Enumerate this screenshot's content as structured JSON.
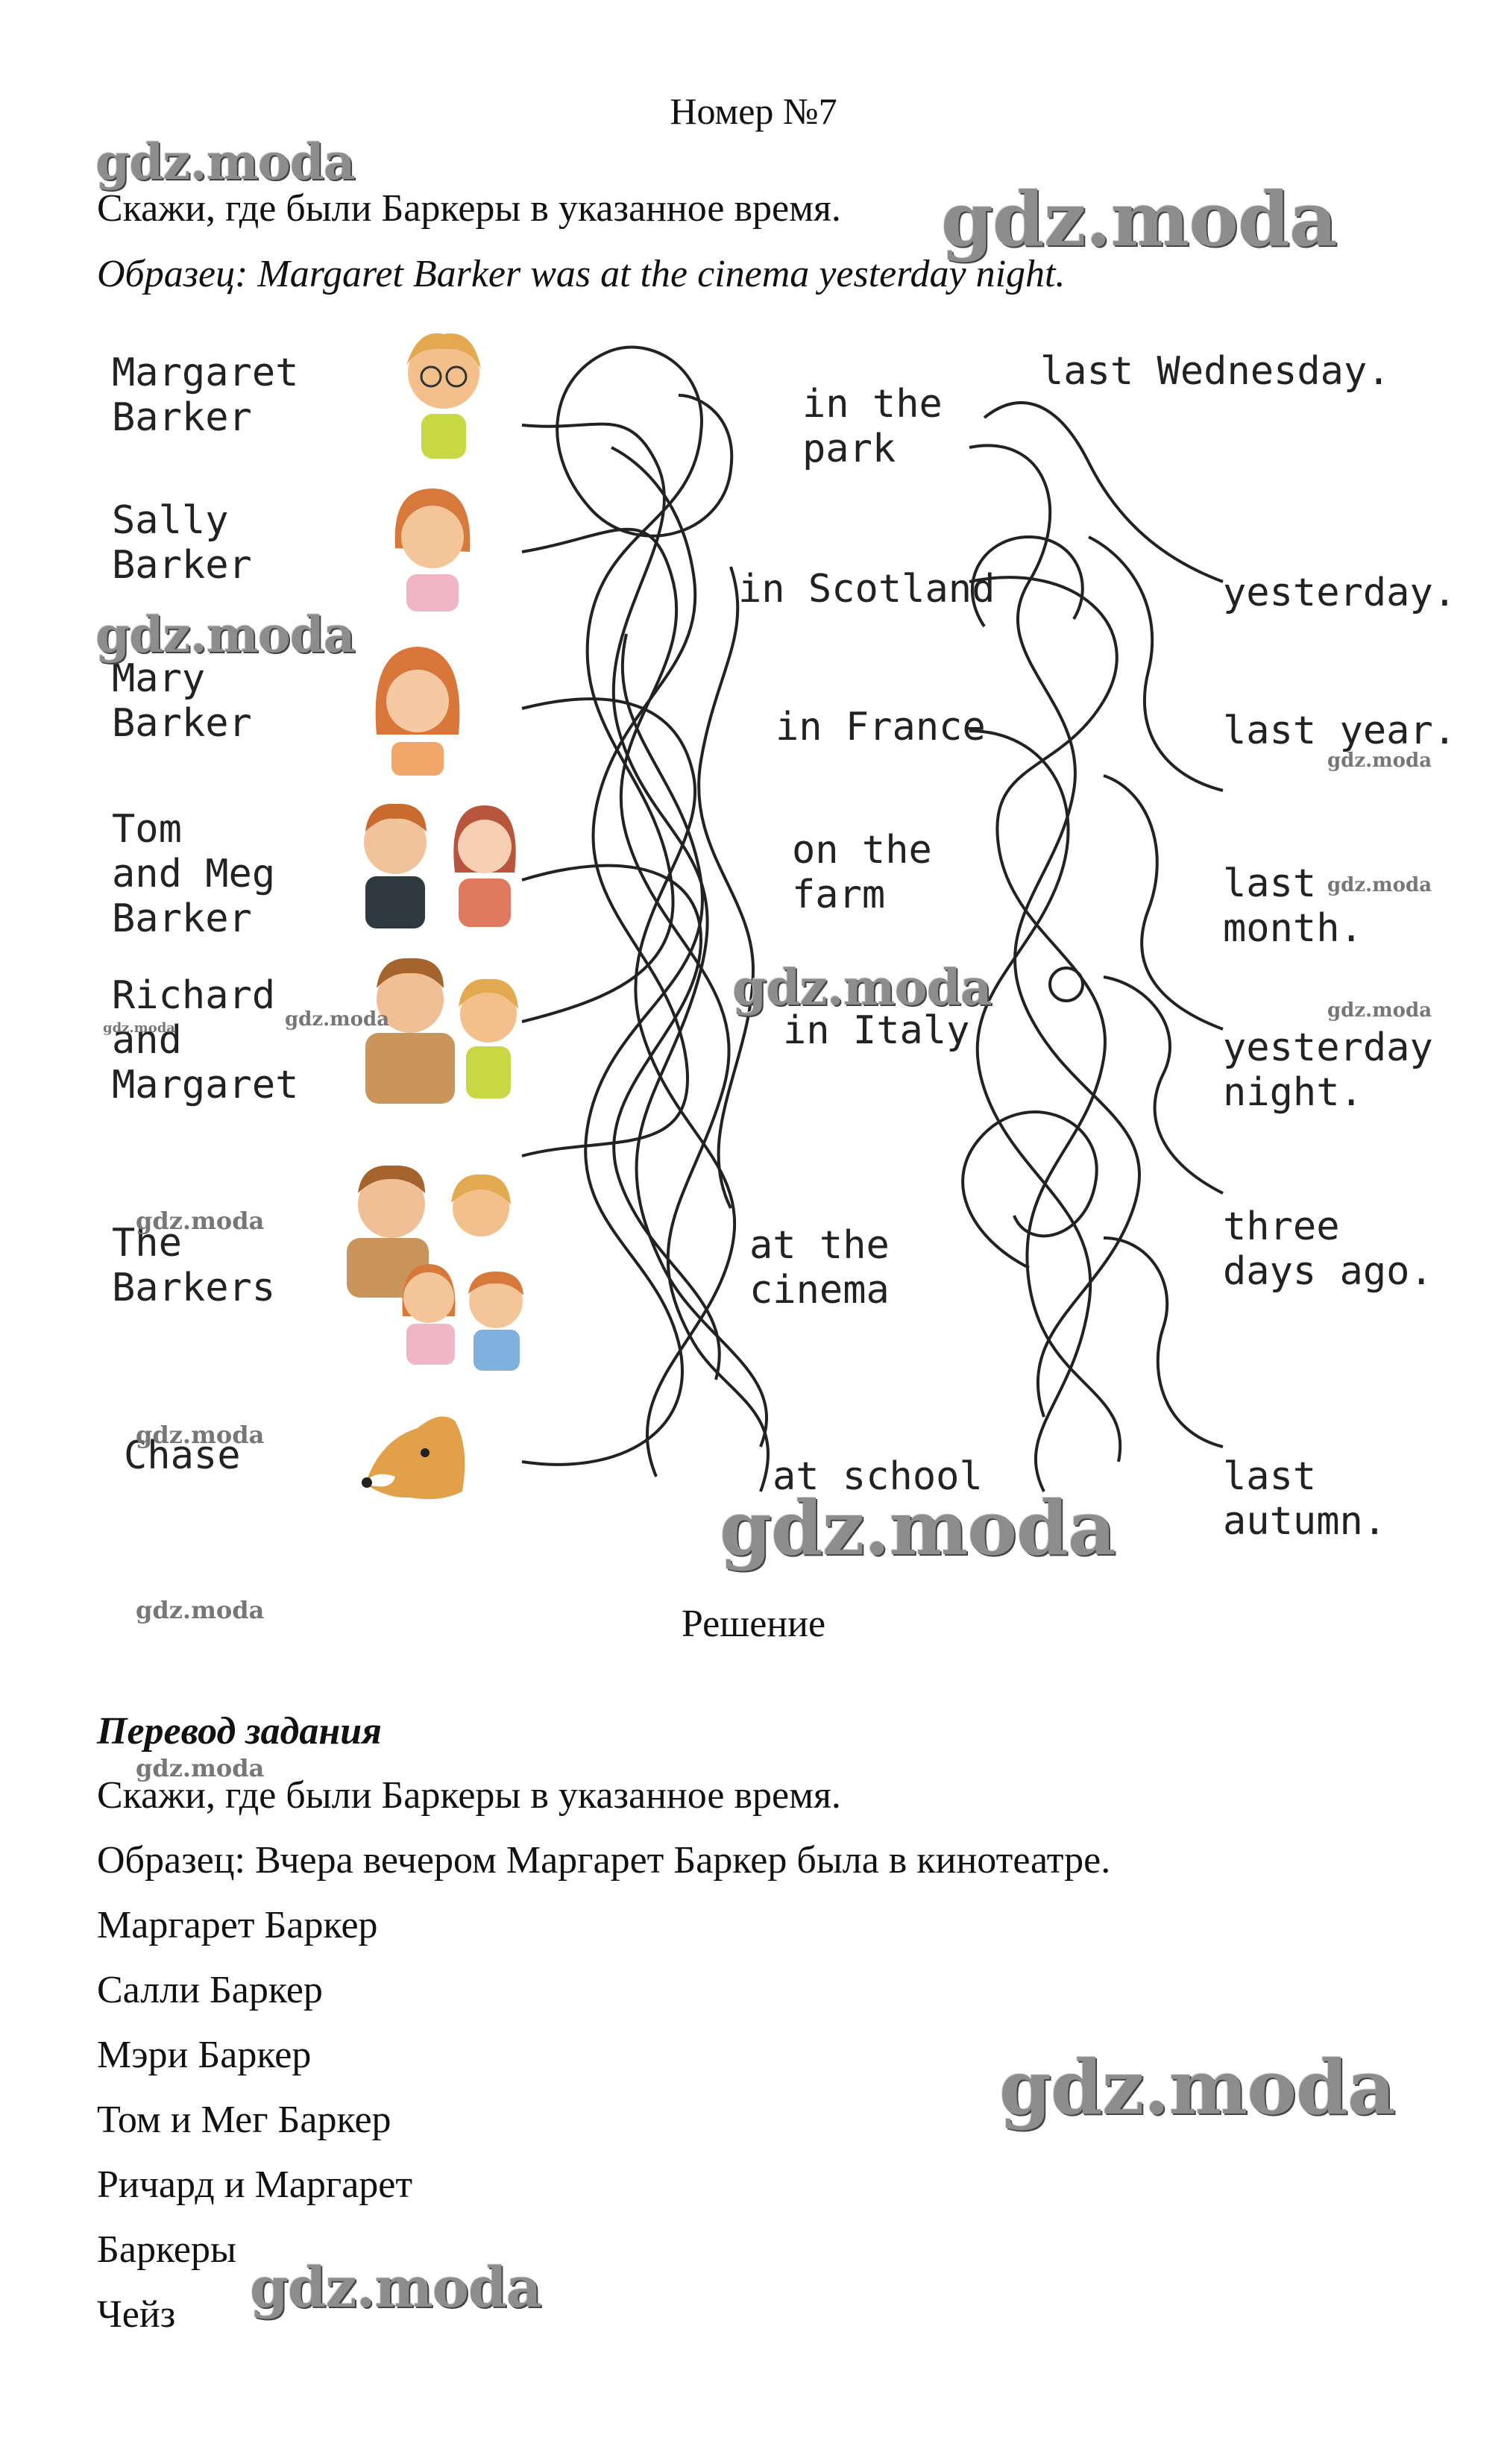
{
  "header": {
    "title": "Номер №7"
  },
  "task": {
    "instruction": "Скажи, где были Баркеры в указанное время.",
    "sample": "Образец: Margaret Barker was at the cinema yesterday night."
  },
  "exercise": {
    "people": [
      "Margaret\nBarker",
      "Sally\nBarker",
      "Mary\nBarker",
      "Tom\nand Meg\nBarker",
      "Richard\nand\nMargaret",
      "The\nBarkers",
      "Chase"
    ],
    "places": [
      "in the\npark",
      "in Scotland",
      "in France",
      "on the\nfarm",
      "in Italy",
      "at the\ncinema",
      "at school"
    ],
    "times": [
      "last Wednesday.",
      "yesterday.",
      "last year.",
      "last\nmonth.",
      "yesterday\nnight.",
      "three\ndays ago.",
      "last\nautumn."
    ]
  },
  "solution": {
    "title": "Решение"
  },
  "translation": {
    "title": "Перевод задания",
    "lines": [
      "Скажи, где были Баркеры в указанное время.",
      "Образец: Вчера вечером Маргарет Баркер была в кинотеатре.",
      "Маргарет Баркер",
      "Салли Баркер",
      "Мэри Баркер",
      "Том и Мег Баркер",
      "Ричард и Маргарет",
      "Баркеры",
      "Чейз"
    ]
  },
  "watermark": {
    "text": "gdz.moda"
  }
}
